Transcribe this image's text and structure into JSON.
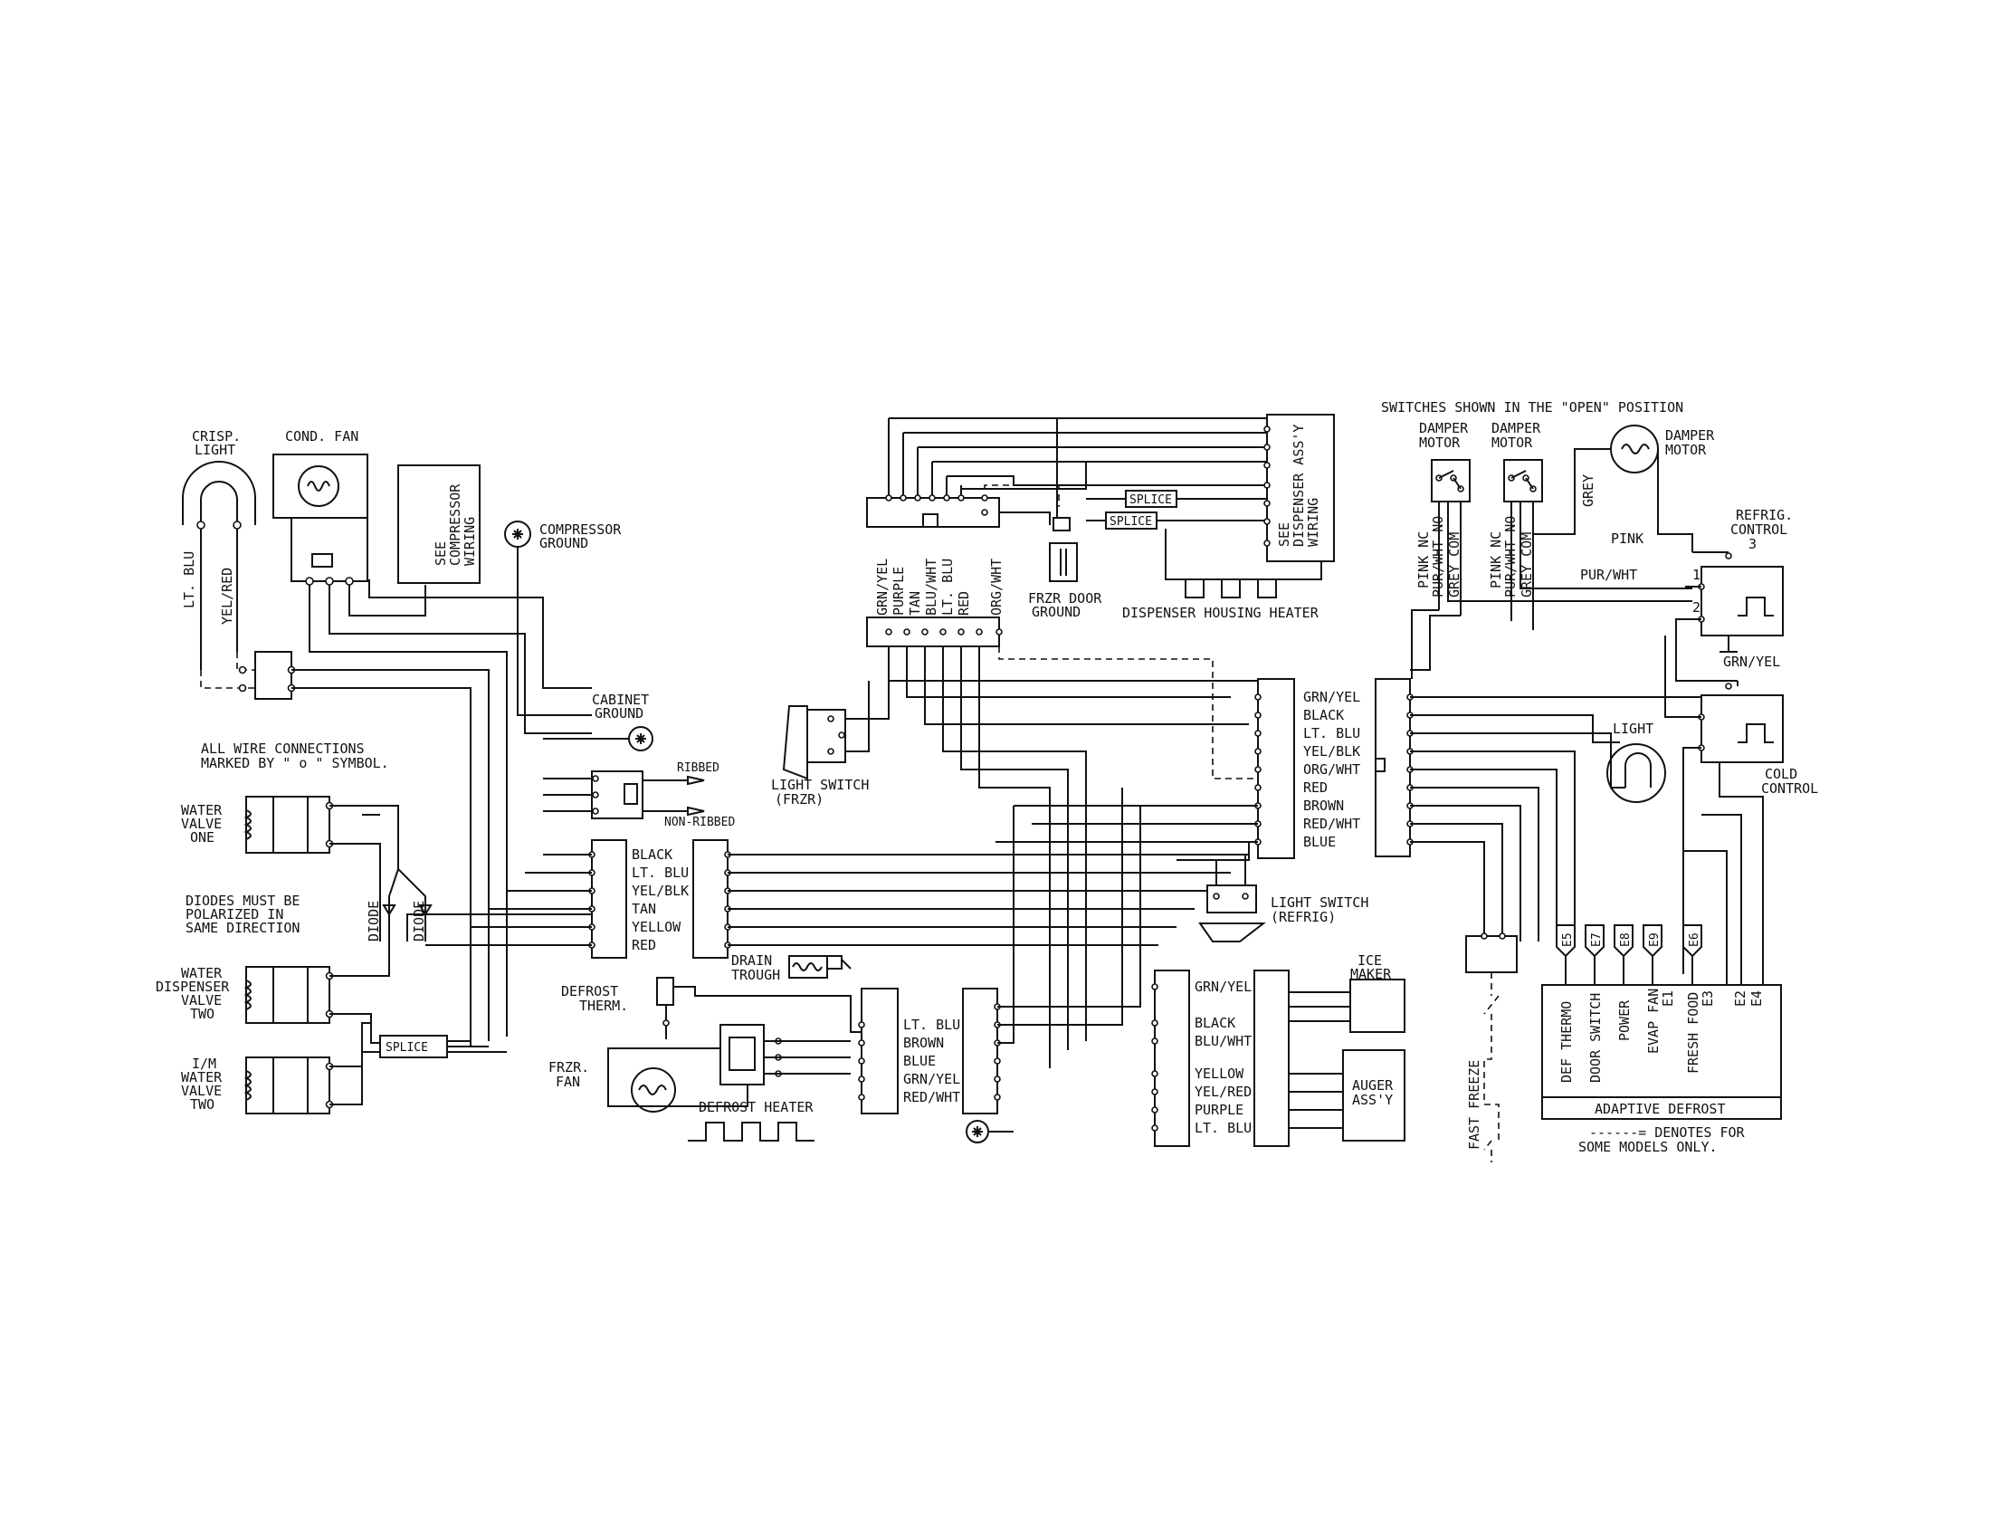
{
  "labels": {
    "switches_note": "SWITCHES SHOWN IN THE \"OPEN\" POSITION",
    "crisp_light_1": "CRISP.",
    "crisp_light_2": "LIGHT",
    "cond_fan": "COND. FAN",
    "compressor_wiring_1": "SEE",
    "compressor_wiring_2": "COMPRESSOR",
    "compressor_wiring_3": "WIRING",
    "compressor_ground_1": "COMPRESSOR",
    "compressor_ground_2": "GROUND",
    "cabinet_ground_1": "CABINET",
    "cabinet_ground_2": "GROUND",
    "ribbed": "RIBBED",
    "non_ribbed": "NON-RIBBED",
    "wire_connections_1": "ALL WIRE CONNECTIONS",
    "wire_connections_2": "MARKED BY \" o \" SYMBOL.",
    "water_valve_one_1": "WATER",
    "water_valve_one_2": "VALVE",
    "water_valve_one_3": "ONE",
    "diodes_1": "DIODES MUST BE",
    "diodes_2": "POLARIZED IN",
    "diodes_3": "SAME DIRECTION",
    "diode": "DIODE",
    "water_disp_1": "WATER",
    "water_disp_2": "DISPENSER",
    "water_disp_3": "VALVE",
    "water_disp_4": "TWO",
    "im_valve_1": "I/M",
    "im_valve_2": "WATER",
    "im_valve_3": "VALVE",
    "im_valve_4": "TWO",
    "splice": "SPLICE",
    "light_switch_frzr_1": "LIGHT SWITCH",
    "light_switch_frzr_2": "(FRZR)",
    "defrost_therm_1": "DEFROST",
    "defrost_therm_2": "THERM.",
    "drain_trough_1": "DRAIN",
    "drain_trough_2": "TROUGH",
    "frzr_fan_1": "FRZR.",
    "frzr_fan_2": "FAN",
    "defrost_heater": "DEFROST HEATER",
    "frzr_door_ground_1": "FRZR DOOR",
    "frzr_door_ground_2": "GROUND",
    "dispenser_housing_heater": "DISPENSER HOUSING HEATER",
    "dispenser_assy_1": "SEE",
    "dispenser_assy_2": "DISPENSER ASS'Y",
    "dispenser_assy_3": "WIRING",
    "light_switch_refrig_1": "LIGHT SWITCH",
    "light_switch_refrig_2": "(REFRIG)",
    "ice_maker_1": "ICE",
    "ice_maker_2": "MAKER",
    "auger_1": "AUGER",
    "auger_2": "ASS'Y",
    "damper_motor_1": "DAMPER",
    "damper_motor_2": "MOTOR",
    "refrig_control_1": "REFRIG.",
    "refrig_control_2": "CONTROL",
    "light": "LIGHT",
    "cold_control_1": "COLD",
    "cold_control_2": "CONTROL",
    "fast_freeze": "FAST FREEZE",
    "adaptive_defrost": "ADAPTIVE DEFROST",
    "denotes_1": "------= DENOTES FOR",
    "denotes_2": "SOME MODELS ONLY.",
    "pink": "PINK",
    "pur_wht": "PUR/WHT",
    "grey": "GREY",
    "grn_yel": "GRN/YEL",
    "num_1": "1",
    "num_2": "2",
    "num_3": "3"
  },
  "wire_colors": {
    "crisp_left": "LT. BLU",
    "crisp_right": "YEL/RED",
    "connector_a": [
      "BLACK",
      "LT. BLU",
      "YEL/BLK",
      "TAN",
      "YELLOW",
      "RED"
    ],
    "top_harness": [
      "GRN/YEL",
      "PURPLE",
      "TAN",
      "BLU/WHT",
      "LT. BLU",
      "RED",
      "ORG/WHT"
    ],
    "center_connector": [
      "GRN/YEL",
      "BLACK",
      "LT. BLU",
      "YEL/BLK",
      "ORG/WHT",
      "RED",
      "BROWN",
      "RED/WHT",
      "BLUE"
    ],
    "defrost_connector": [
      "LT. BLU",
      "BROWN",
      "BLUE",
      "GRN/YEL",
      "RED/WHT"
    ],
    "ice_connector": [
      "GRN/YEL",
      "BLACK",
      "BLU/WHT",
      "YELLOW",
      "YEL/RED",
      "PURPLE",
      "LT. BLU"
    ],
    "damper_left": [
      "PINK NC",
      "PUR/WHT NO",
      "GREY COM"
    ],
    "damper_right": [
      "PINK NC",
      "PUR/WHT NO",
      "GREY COM"
    ],
    "adaptive_terms": [
      "E5",
      "E7",
      "E8",
      "E9",
      "E6"
    ],
    "adaptive_functions": [
      "DEF THERMO",
      "DOOR SWITCH",
      "POWER",
      "EVAP FAN",
      "E1",
      "FRESH FOOD",
      "E3",
      "E2",
      "E4"
    ]
  }
}
